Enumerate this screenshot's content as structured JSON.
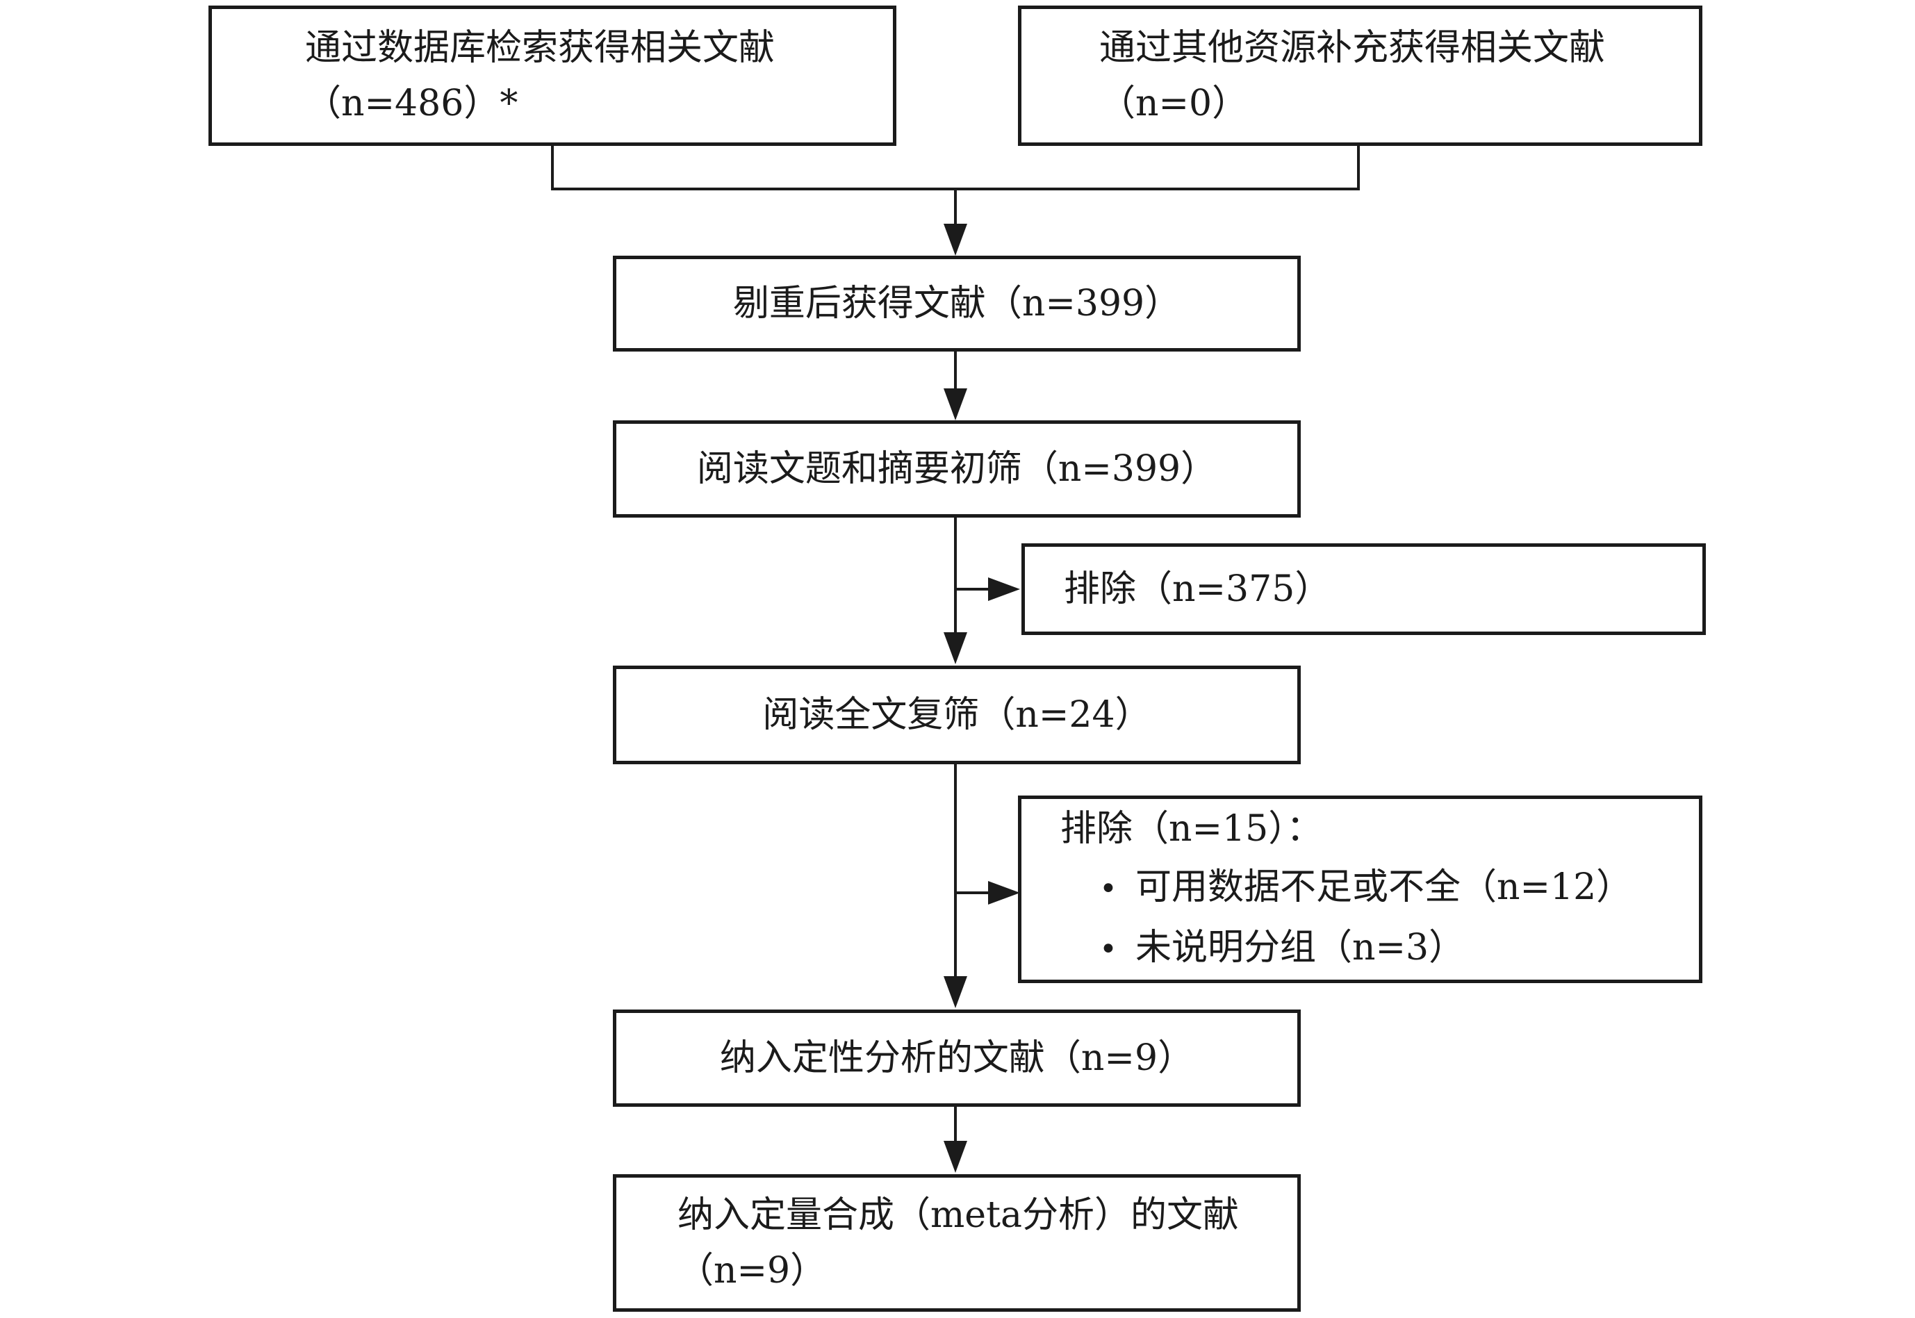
{
  "colors": {
    "line": "#1b1b1b",
    "background": "#ffffff",
    "text": "#1b1b1b"
  },
  "bullet_char": "•",
  "boxes": {
    "database_search": {
      "line1": "通过数据库检索获得相关文献",
      "line2": "（n=486）*"
    },
    "other_resources": {
      "line1": "通过其他资源补充获得相关文献",
      "line2": "（n=0）"
    },
    "after_dedup": {
      "text": "剔重后获得文献（n=399）"
    },
    "title_abstract_screening": {
      "text": "阅读文题和摘要初筛（n=399）"
    },
    "excluded_primary": {
      "text": "排除（n=375）"
    },
    "full_text_screening": {
      "text": "阅读全文复筛（n=24）"
    },
    "excluded_full_text": {
      "title": "排除（n=15）：",
      "bullets": [
        "可用数据不足或不全（n=12）",
        "未说明分组（n=3）"
      ]
    },
    "qualitative_included": {
      "text": "纳入定性分析的文献（n=9）"
    },
    "quantitative_included": {
      "line1": "纳入定量合成（meta分析）的文献",
      "line2": "（n=9）"
    }
  }
}
